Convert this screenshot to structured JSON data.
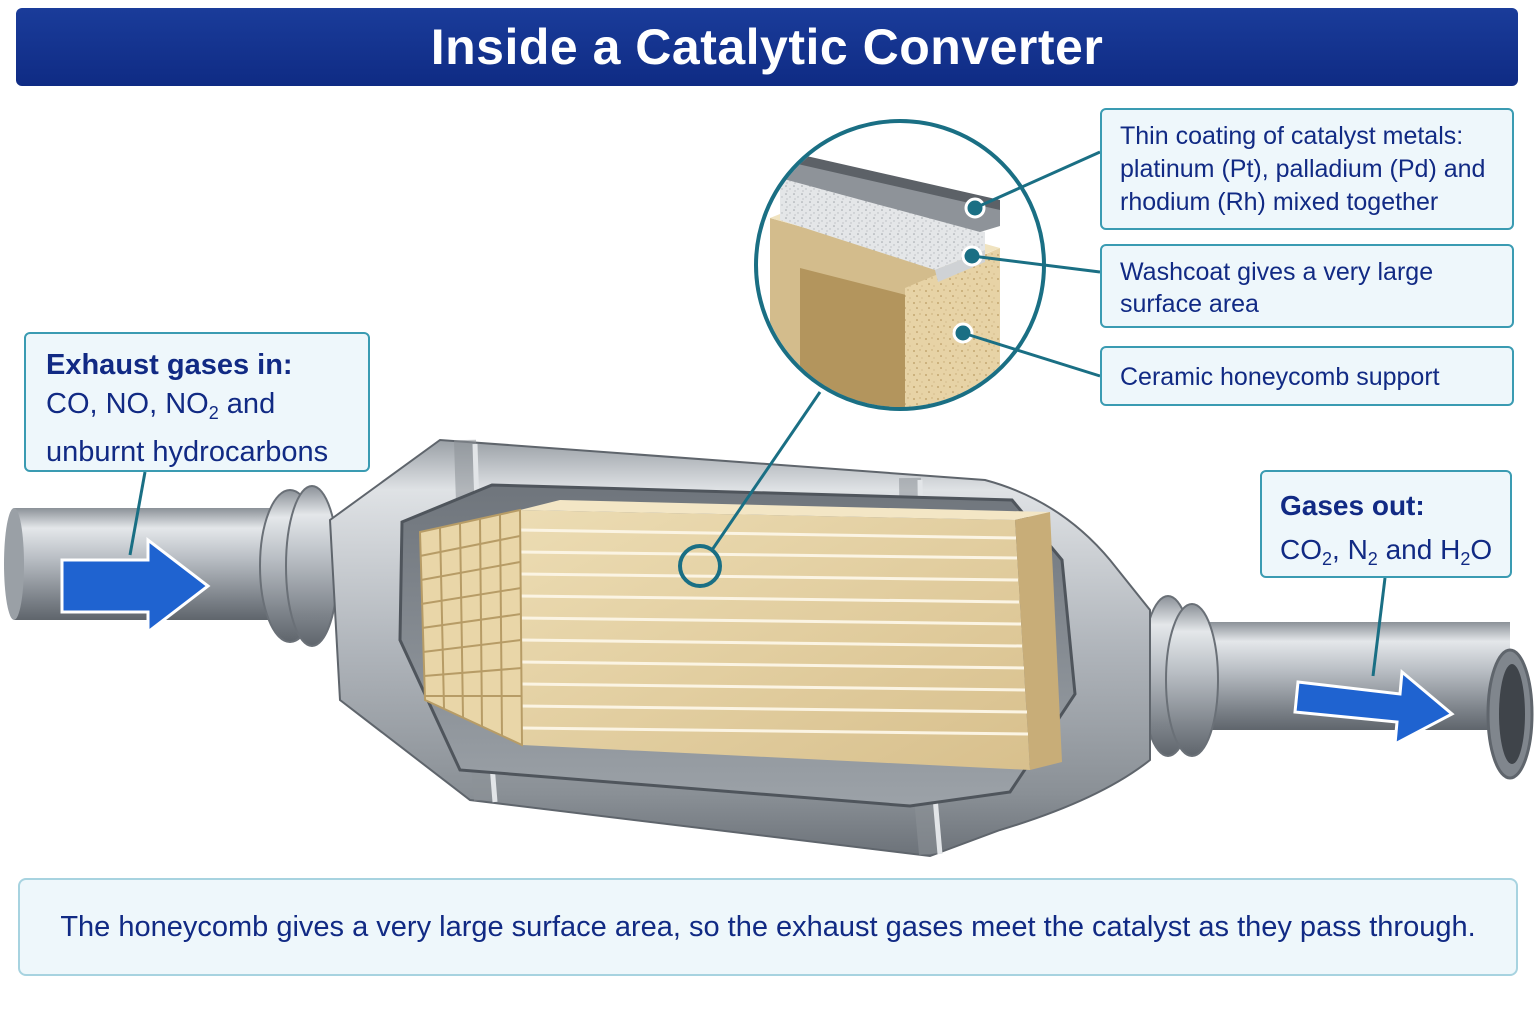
{
  "title": "Inside a Catalytic Converter",
  "callouts": {
    "gases_in": {
      "heading": "Exhaust gases in:",
      "line1": {
        "before": "CO, NO, NO",
        "sub": "2",
        "after": " and"
      },
      "line2": "unburnt hydrocarbons"
    },
    "gases_out": {
      "heading": "Gases out:",
      "line": {
        "p1": "CO",
        "s1": "2",
        "p2": ", N",
        "s2": "2",
        "p3": " and H",
        "s3": "2",
        "p4": "O"
      }
    },
    "coating": [
      "Thin coating of catalyst metals:",
      "platinum (Pt), palladium (Pd) and",
      "rhodium (Rh) mixed together"
    ],
    "washcoat": [
      "Washcoat gives a very large",
      "surface area"
    ],
    "ceramic": "Ceramic honeycomb support"
  },
  "caption": "The honeycomb gives a very large surface area, so the exhaust gases meet the catalyst as they pass through.",
  "colors": {
    "title_bar": "#0f2b84",
    "text_navy": "#112a84",
    "callout_border": "#3a9bb2",
    "leader_line": "#1a6f84",
    "flow_arrow": "#1f63d0",
    "ceramic": "#e6d2a4",
    "metal": "#b9bec4"
  },
  "icons": [
    "flow-in-arrow-icon",
    "flow-out-arrow-icon",
    "magnifier-circle-icon"
  ]
}
